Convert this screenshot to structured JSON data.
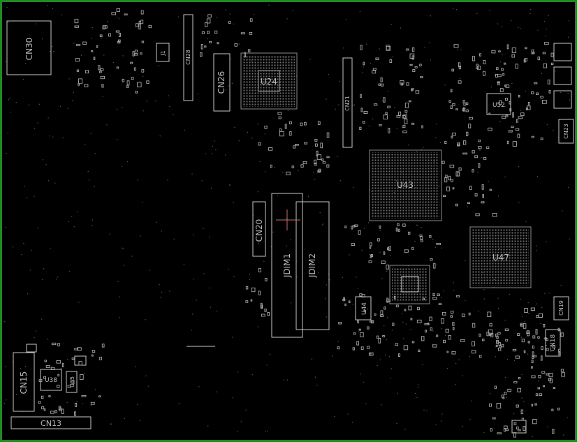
{
  "board": {
    "outline_color": "#1f8a1f",
    "silk_color": "#c8c8c8",
    "dot_color": "#3c6e52",
    "background": "#000000"
  },
  "components": {
    "CN30": "CN30",
    "CN28": "CN28",
    "CN26": "CN26",
    "U24": "U24",
    "CN21": "CN21",
    "CN20": "CN20",
    "JDIM1": "JDIM1",
    "JDIM2": "JDIM2",
    "U43": "U43",
    "U47": "U47",
    "U44": "U44",
    "U52": "U52",
    "CN19": "CN19",
    "CN18": "CN18",
    "CN23": "CN23",
    "CN15": "CN15",
    "CN13": "CN13",
    "U38": "U38",
    "U35": "U35",
    "J1": "J1"
  }
}
